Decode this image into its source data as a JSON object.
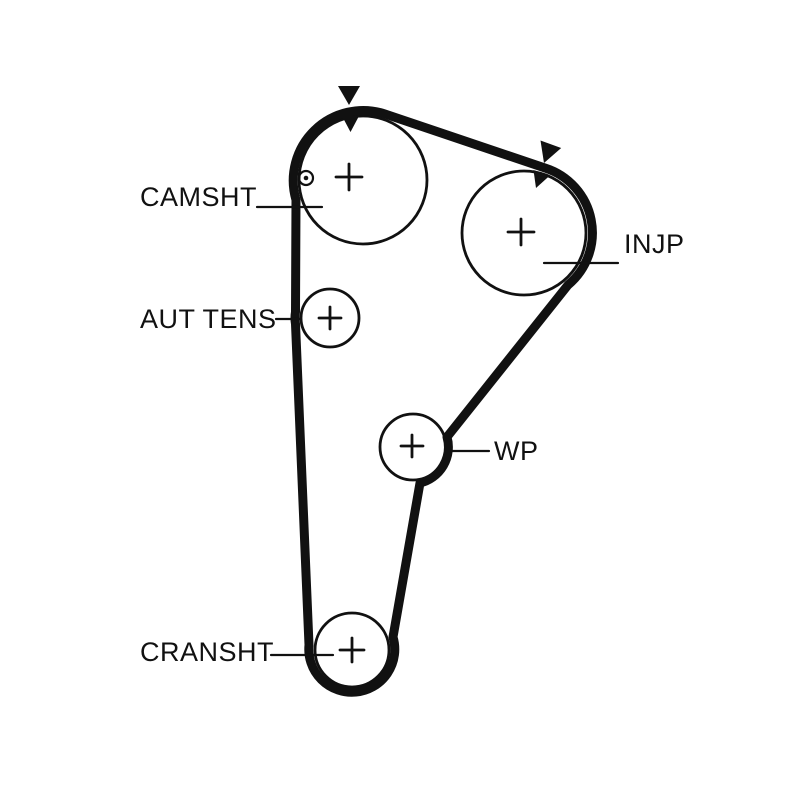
{
  "diagram": {
    "type": "timing-belt-routing",
    "background_color": "#ffffff",
    "line_color": "#111111",
    "belt_color": "#111111",
    "pulleys": [
      {
        "id": "camshaft",
        "label": "CAMSHT"
      },
      {
        "id": "automatic-tensioner",
        "label": "AUT TENS"
      },
      {
        "id": "injection-pump",
        "label": "INJP"
      },
      {
        "id": "water-pump",
        "label": "WP"
      },
      {
        "id": "crankshaft",
        "label": "CRANSHT"
      }
    ]
  }
}
